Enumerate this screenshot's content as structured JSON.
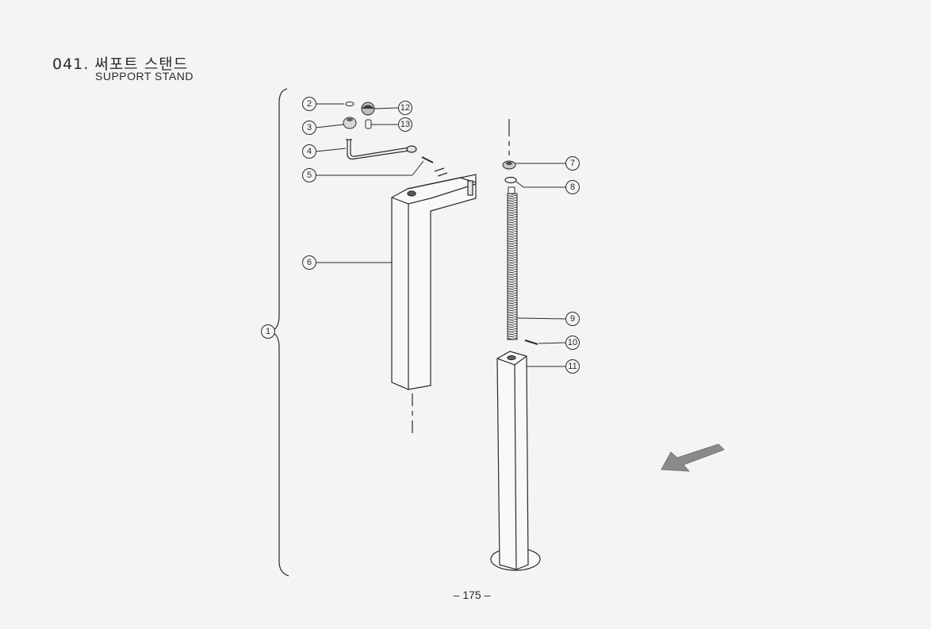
{
  "section": {
    "number_title": "041. 써포트 스탠드",
    "english_title": "SUPPORT STAND"
  },
  "callouts": [
    {
      "label": "1"
    },
    {
      "label": "2"
    },
    {
      "label": "3"
    },
    {
      "label": "4"
    },
    {
      "label": "5"
    },
    {
      "label": "6"
    },
    {
      "label": "7"
    },
    {
      "label": "8"
    },
    {
      "label": "9"
    },
    {
      "label": "10"
    },
    {
      "label": "11"
    },
    {
      "label": "12"
    },
    {
      "label": "13"
    }
  ],
  "page_number": "– 175 –",
  "colors": {
    "ink": "#2a2a2a",
    "arrow": "#8a8a8a",
    "paper": "#f4f4f2"
  },
  "icons": {
    "direction": "arrow-down-left-icon"
  }
}
